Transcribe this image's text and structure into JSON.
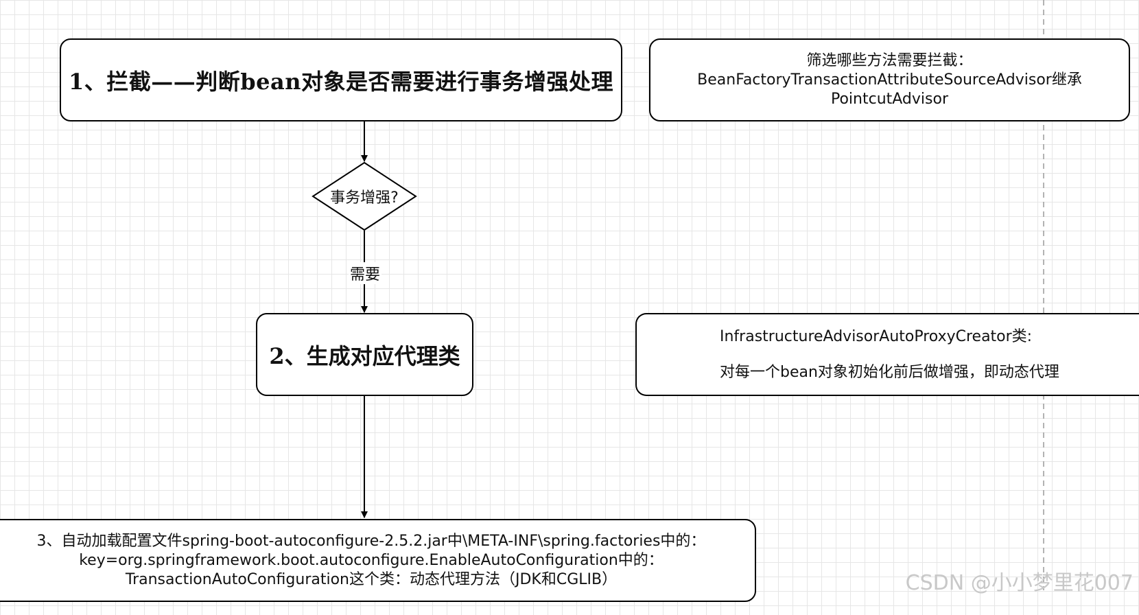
{
  "step1": {
    "text": "1、拦截——判断bean对象是否需要进行事务增强处理"
  },
  "note1": {
    "line1": "筛选哪些方法需要拦截：",
    "line2": "BeanFactoryTransactionAttributeSourceAdvisor继承",
    "line3": "PointcutAdvisor"
  },
  "decision": {
    "text": "事务增强?"
  },
  "edge_label": {
    "text": "需要"
  },
  "step2": {
    "text": "2、生成对应代理类"
  },
  "note2": {
    "line1": "InfrastructureAdvisorAutoProxyCreator类:",
    "line2": "对每一个bean对象初始化前后做增强，即动态代理"
  },
  "step3": {
    "line1": "3、自动加载配置文件spring-boot-autoconfigure-2.5.2.jar中\\META-INF\\spring.factories中的：",
    "line2": "key=org.springframework.boot.autoconfigure.EnableAutoConfiguration中的：",
    "line3": "TransactionAutoConfiguration这个类：动态代理方法（JDK和CGLIB）"
  },
  "watermark": {
    "text": "CSDN @小小梦里花007"
  }
}
